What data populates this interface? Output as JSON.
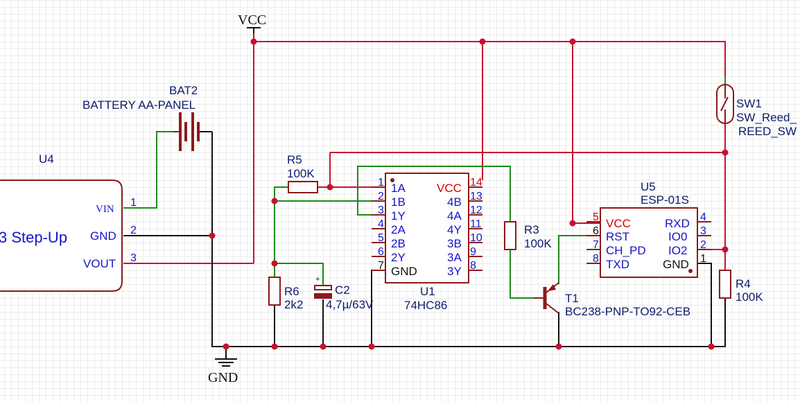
{
  "power": {
    "vcc": "VCC",
    "gnd": "GND"
  },
  "u4": {
    "ref": "U4",
    "value": "3 Step-Up",
    "pins": [
      {
        "name": "VIN",
        "num": "1"
      },
      {
        "name": "GND",
        "num": "2"
      },
      {
        "name": "VOUT",
        "num": "3"
      }
    ]
  },
  "bat2": {
    "ref": "BAT2",
    "value": "BATTERY AA-PANEL"
  },
  "r5": {
    "ref": "R5",
    "value": "100K"
  },
  "r6": {
    "ref": "R6",
    "value": "2k2"
  },
  "c2": {
    "ref": "C2",
    "value": "4,7µ/63V",
    "polarity": "+"
  },
  "u1": {
    "ref": "U1",
    "value": "74HC86",
    "left_pins": [
      {
        "num": "1",
        "name": "1A"
      },
      {
        "num": "2",
        "name": "1B"
      },
      {
        "num": "3",
        "name": "1Y"
      },
      {
        "num": "4",
        "name": "2A"
      },
      {
        "num": "5",
        "name": "2B"
      },
      {
        "num": "6",
        "name": "2Y"
      },
      {
        "num": "7",
        "name": "GND"
      }
    ],
    "right_pins": [
      {
        "num": "14",
        "name": "VCC"
      },
      {
        "num": "13",
        "name": "4B"
      },
      {
        "num": "12",
        "name": "4A"
      },
      {
        "num": "11",
        "name": "4Y"
      },
      {
        "num": "10",
        "name": "3B"
      },
      {
        "num": "9",
        "name": "3A"
      },
      {
        "num": "8",
        "name": "3Y"
      }
    ]
  },
  "r3": {
    "ref": "R3",
    "value": "100K"
  },
  "t1": {
    "ref": "T1",
    "value": "BC238-PNP-TO92-CEB"
  },
  "u5": {
    "ref": "U5",
    "value": "ESP-01S",
    "left_pins": [
      {
        "num": "5",
        "name": "VCC"
      },
      {
        "num": "6",
        "name": "RST"
      },
      {
        "num": "7",
        "name": "CH_PD"
      },
      {
        "num": "8",
        "name": "TXD"
      }
    ],
    "right_pins": [
      {
        "num": "4",
        "name": "RXD"
      },
      {
        "num": "3",
        "name": "IO0"
      },
      {
        "num": "2",
        "name": "IO2"
      },
      {
        "num": "1",
        "name": "GND"
      }
    ]
  },
  "r4": {
    "ref": "R4",
    "value": "100K"
  },
  "sw1": {
    "ref": "SW1",
    "value": "SW_Reed_",
    "footprint": "REED_SW"
  }
}
